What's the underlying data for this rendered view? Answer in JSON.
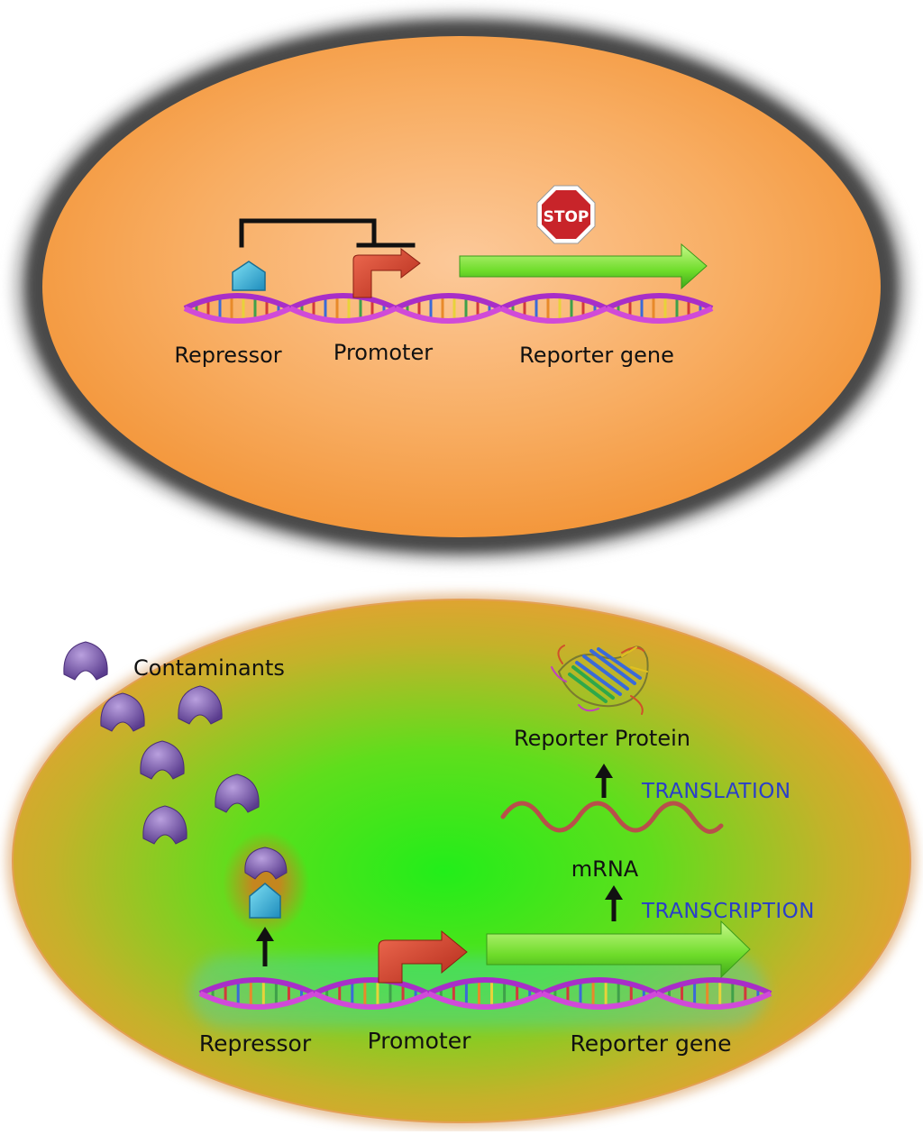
{
  "top_panel": {
    "labels": {
      "repressor": "Repressor",
      "promoter": "Promoter",
      "reporter_gene": "Reporter gene"
    },
    "stop_sign_text": "STOP"
  },
  "bottom_panel": {
    "labels": {
      "contaminants": "Contaminants",
      "reporter_protein": "Reporter Protein",
      "translation": "TRANSLATION",
      "mrna": "mRNA",
      "transcription": "TRANSCRIPTION",
      "repressor": "Repressor",
      "promoter": "Promoter",
      "reporter_gene": "Reporter gene"
    }
  },
  "colors": {
    "cell_orange": "#f6a04a",
    "cell_green_center": "#2fe81e",
    "repressor_blue": "#3cb6dc",
    "promoter_red": "#d9412c",
    "gene_arrow_green": "#7fe030",
    "contaminant_purple": "#8a6ab8",
    "mrna_red": "#b8504a",
    "label_blue": "#2a3fc9"
  }
}
